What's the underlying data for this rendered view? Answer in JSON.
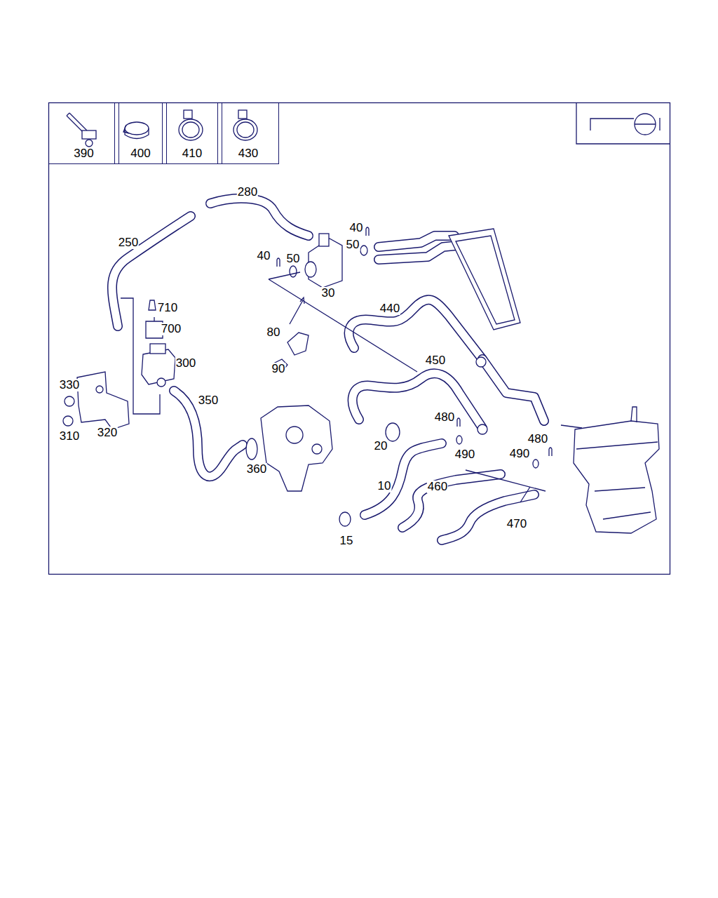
{
  "diagram": {
    "nodes": [
      {
        "text": [
          "390"
        ]
      },
      {
        "text": [
          "400"
        ]
      },
      {
        "text": [
          "410"
        ]
      },
      {
        "text": [
          "430"
        ]
      }
    ],
    "edges": [],
    "labels": [
      "280",
      "250",
      "40",
      "50",
      "40",
      "50",
      "30",
      "710",
      "700",
      "440",
      "300",
      "80",
      "90",
      "450",
      "330",
      "350",
      "310",
      "320",
      "480",
      "20",
      "490",
      "480",
      "490",
      "360",
      "10",
      "460",
      "470",
      "15"
    ]
  }
}
